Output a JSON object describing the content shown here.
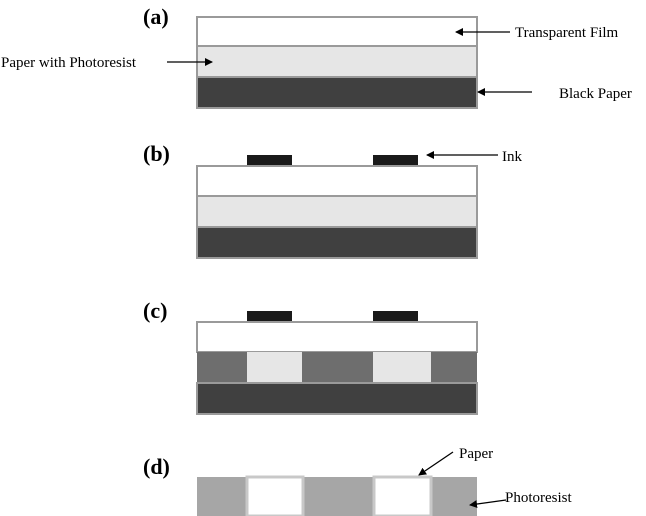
{
  "panels": {
    "a": "(a)",
    "b": "(b)",
    "c": "(c)",
    "d": "(d)"
  },
  "labels": {
    "transparent_film": "Transparent Film",
    "paper_with_photoresist": "Paper with Photoresist",
    "black_paper": "Black Paper",
    "ink": "Ink",
    "paper": "Paper",
    "photoresist": "Photoresist"
  },
  "colors": {
    "film": "#ffffff",
    "photoresist_paper": "#e6e6e6",
    "black_paper": "#404040",
    "ink": "#1a1a1a",
    "exposed": "#6e6e6e",
    "resist_final": "#a6a6a6",
    "outline": "#9a9a9a"
  }
}
